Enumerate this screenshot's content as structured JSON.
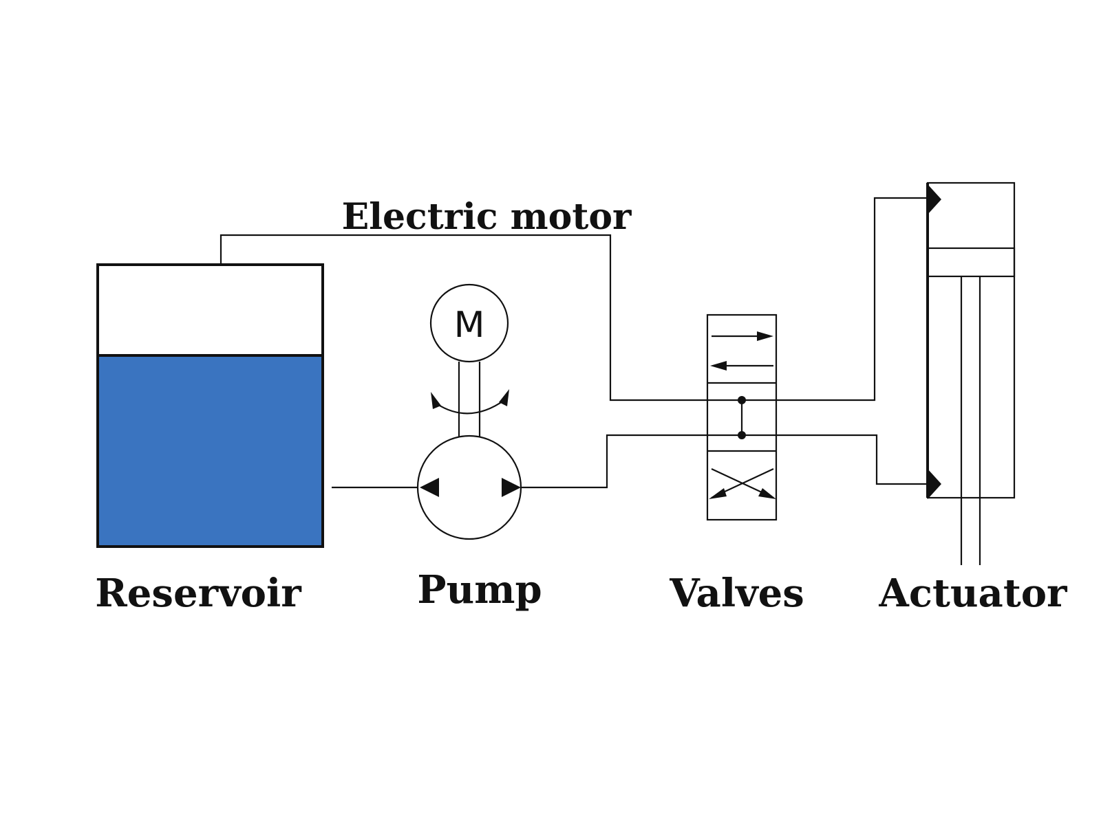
{
  "labels": {
    "electric_motor": "Electric motor",
    "reservoir": "Reservoir",
    "pump": "Pump",
    "valves": "Valves",
    "actuator": "Actuator",
    "motor_symbol": "M"
  },
  "colors": {
    "fluid": "#3a74c0",
    "line": "#111111",
    "background": "#ffffff"
  }
}
